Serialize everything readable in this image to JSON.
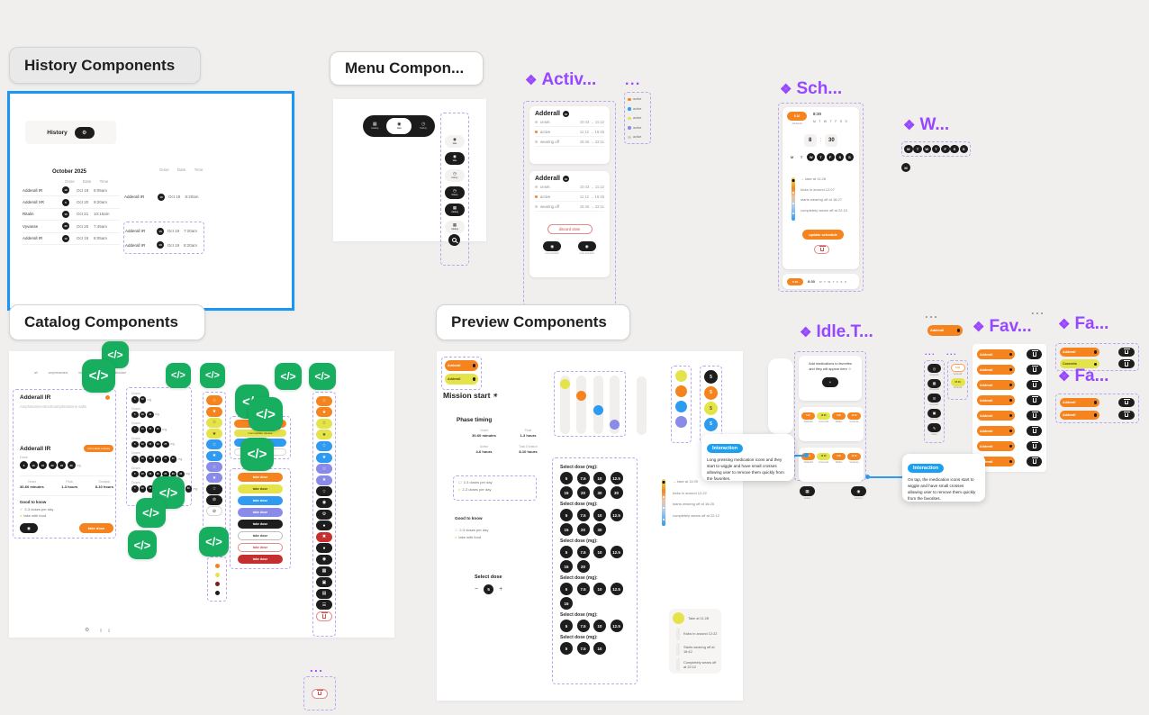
{
  "glyphs": {
    "component": "❖",
    "code": "</>",
    "sun": "☀",
    "gear": "⚙",
    "minus": "−",
    "plus": "+",
    "thumb_up": "⇧",
    "thumb_down": "⇩",
    "colon": ":"
  },
  "labels": {
    "history": "History Components",
    "menu": "Menu Compon...",
    "catalog": "Catalog Components",
    "preview": "Preview Components",
    "activ": "Activ...",
    "sch": "Sch...",
    "w": "W...",
    "idle": "Idle.T...",
    "fav": "Fav...",
    "fa1": "Fa...",
    "fa2": "Fa...",
    "ellipsis": "..."
  },
  "colors": {
    "figma_blue": "#1A96F5",
    "figma_purple": "#9747FF",
    "component_green": "#17AE5F",
    "accent_orange": "#F5841F",
    "accent_yellow": "#E5E34A",
    "accent_blue": "#2E9BF0",
    "accent_purple": "#8A8AE8",
    "danger_red": "#C62F2F"
  },
  "history": {
    "header": "History",
    "month": "October 2025",
    "columns": [
      "Dose",
      "Date",
      "Time"
    ],
    "rows": [
      {
        "med": "Adderall IR",
        "dose": "10",
        "date": "Oct 19",
        "time": "8:05am"
      },
      {
        "med": "Adderall XR",
        "dose": "5",
        "date": "Oct 20",
        "time": "9:20am"
      },
      {
        "med": "Ritalin",
        "dose": "10",
        "date": "Oct 21",
        "time": "10:15am"
      },
      {
        "med": "Vyvanse",
        "dose": "30",
        "date": "Oct 20",
        "time": "7:45am"
      },
      {
        "med": "Adderall IR",
        "dose": "10",
        "date": "Oct 19",
        "time": "8:05am"
      }
    ],
    "single_row": {
      "med": "Adderall IR",
      "dose": "10",
      "date": "Oct 19",
      "time": "8:20am"
    },
    "variant_rows": [
      {
        "med": "Adderall IR",
        "dose": "10",
        "date": "Oct 19",
        "time": "7:20am"
      },
      {
        "med": "Adderall IR",
        "dose": "10",
        "date": "Oct 19",
        "time": "8:20am"
      }
    ]
  },
  "menu": {
    "nav": [
      {
        "label": "catalog",
        "glyph": "▦",
        "state": "off"
      },
      {
        "label": "take",
        "glyph": "◉",
        "state": "on"
      },
      {
        "label": "history",
        "glyph": "◷",
        "state": "off"
      }
    ],
    "variants": [
      {
        "label": "take",
        "glyph": "◉",
        "tone": "light"
      },
      {
        "label": "take",
        "glyph": "◉",
        "tone": "dark"
      },
      {
        "label": "history",
        "glyph": "◷",
        "tone": "light"
      },
      {
        "label": "history",
        "glyph": "◷",
        "tone": "dark"
      },
      {
        "label": "catalog",
        "glyph": "▦",
        "tone": "dark"
      },
      {
        "label": "catalog",
        "glyph": "▦",
        "tone": "light"
      }
    ]
  },
  "activ": {
    "cards": [
      {
        "name": "Adderall",
        "badge": "10",
        "rows": [
          {
            "dot": "gray",
            "label": "onset",
            "time": "10:43 → 11:12"
          },
          {
            "dot": "orange",
            "label": "active",
            "time": "11:12 → 16:45"
          },
          {
            "dot": "gray",
            "label": "wearing off",
            "time": "16:45 → 22:11"
          }
        ]
      },
      {
        "name": "Adderall",
        "badge": "10",
        "rows": [
          {
            "dot": "gray",
            "label": "onset",
            "time": "10:43 → 11:12"
          },
          {
            "dot": "orange",
            "label": "active",
            "time": "11:12 → 16:45"
          },
          {
            "dot": "gray",
            "label": "wearing off",
            "time": "16:45 → 22:11"
          }
        ],
        "discard": "discard dose",
        "buttons": [
          {
            "label": "end activation",
            "glyph": "◉"
          },
          {
            "label": "undo activation",
            "glyph": "◉"
          }
        ]
      }
    ],
    "legend": [
      {
        "color": "orange",
        "label": "active"
      },
      {
        "color": "blue",
        "label": "active"
      },
      {
        "color": "yellow",
        "label": "active"
      },
      {
        "color": "purple",
        "label": "active"
      },
      {
        "color": "gray",
        "label": "active"
      }
    ]
  },
  "sch": {
    "med_pill": "5 10",
    "med_label": "Adderall",
    "time": "8:30",
    "hour": "8",
    "minute": "30",
    "letters": [
      "M",
      "T",
      "W",
      "T",
      "F",
      "S",
      "S"
    ],
    "days": [
      {
        "l": "M",
        "state": "off"
      },
      {
        "l": "T",
        "state": "off"
      },
      {
        "l": "W",
        "state": "on"
      },
      {
        "l": "T",
        "state": "on"
      },
      {
        "l": "F",
        "state": "on"
      },
      {
        "l": "S",
        "state": "on"
      },
      {
        "l": "S",
        "state": "on"
      }
    ],
    "timeline": [
      "→ take at 11:28",
      "kicks in around 12:07",
      "starts wearing off at 16:27",
      "completely wears off at 22:15"
    ],
    "update_btn": "update schedule"
  },
  "w": {
    "letters": [
      "M",
      "T",
      "W",
      "T",
      "F",
      "S",
      "S"
    ],
    "single": "M"
  },
  "catalog": {
    "filters": [
      "all",
      "amphetamine",
      "methylphenidate",
      "stimulant"
    ],
    "card_a": {
      "title": "Adderall IR",
      "subtitle": "Amphetamine/dextroamphetamine salts"
    },
    "card_b": {
      "title": "Adderall IR",
      "release": "immediate release",
      "dose_label": "Dose",
      "doses": [
        "5",
        "10",
        "15",
        "20",
        "25",
        "30"
      ],
      "unit": "mg",
      "stats": [
        {
          "label": "Onset",
          "value": "30-60 minutes"
        },
        {
          "label": "Peak",
          "value": "1-3 hours"
        },
        {
          "label": "Duration",
          "value": "8-10 hours"
        }
      ],
      "good_title": "Good to know",
      "good_items": [
        {
          "icon": "✓",
          "cls": "check",
          "text": "2-3 doses per day"
        },
        {
          "icon": "●",
          "cls": "ydot",
          "text": "take with food"
        }
      ],
      "take_btn": "take dose"
    },
    "doses_label": "Doses",
    "unit": "mg",
    "dose_groups": [
      [
        "5",
        "10"
      ],
      [
        "5",
        "10",
        "15"
      ],
      [
        "5",
        "10",
        "15",
        "20"
      ],
      [
        "5",
        "10",
        "15",
        "20",
        "25"
      ],
      [
        "5",
        "10",
        "15",
        "20",
        "25",
        "30"
      ],
      [
        "5",
        "10",
        "15",
        "20",
        "25",
        "30",
        "35"
      ],
      [
        "5",
        "10",
        "15",
        "20",
        "25",
        "30",
        "35",
        "40"
      ]
    ],
    "star_pills": [
      {
        "g": "☆",
        "color": "orange"
      },
      {
        "g": "★",
        "color": "orange"
      },
      {
        "g": "☆",
        "color": "yellow"
      },
      {
        "g": "★",
        "color": "yellow"
      },
      {
        "g": "☆",
        "color": "blue"
      },
      {
        "g": "★",
        "color": "blue"
      },
      {
        "g": "☆",
        "color": "purple"
      },
      {
        "g": "★",
        "color": "purple"
      },
      {
        "g": "☆",
        "color": "black"
      },
      {
        "g": "⊘",
        "color": "black"
      },
      {
        "g": "⊘",
        "color": "white"
      }
    ],
    "mini_dots": [
      {
        "color": "orange"
      },
      {
        "color": "yellow"
      },
      {
        "color": "darkred"
      },
      {
        "color": "black"
      }
    ],
    "release_pills": [
      {
        "label": "immediate release",
        "color": "orange"
      },
      {
        "label": "intermediate release",
        "color": "yellow"
      },
      {
        "label": "delayed release",
        "color": "blue"
      },
      {
        "label": "extended release",
        "color": "white"
      }
    ],
    "take_pills": [
      {
        "label": "take dose",
        "color": "orange"
      },
      {
        "label": "take dose",
        "color": "yellow"
      },
      {
        "label": "take dose",
        "color": "blue"
      },
      {
        "label": "take dose",
        "color": "purple"
      },
      {
        "label": "take dose",
        "color": "black"
      },
      {
        "label": "take dose",
        "color": "white-outline"
      },
      {
        "label": "take dose",
        "color": "red-outline"
      },
      {
        "label": "take dose",
        "color": "red"
      }
    ],
    "right_pills": [
      {
        "g": "☆",
        "color": "orange"
      },
      {
        "g": "★",
        "color": "orange"
      },
      {
        "g": "☆",
        "color": "yellow"
      },
      {
        "g": "★",
        "color": "yellow"
      },
      {
        "g": "☆",
        "color": "blue"
      },
      {
        "g": "★",
        "color": "blue"
      },
      {
        "g": "☆",
        "color": "purple"
      },
      {
        "g": "★",
        "color": "purple"
      },
      {
        "g": "☆",
        "color": "black"
      },
      {
        "g": "◉",
        "color": "black"
      },
      {
        "g": "⚙",
        "color": "black"
      },
      {
        "g": "●",
        "color": "black"
      },
      {
        "g": "✖",
        "color": "red"
      },
      {
        "g": "●",
        "color": "black"
      },
      {
        "g": "◉",
        "color": "black"
      },
      {
        "g": "▦",
        "color": "black"
      },
      {
        "g": "▣",
        "color": "black"
      },
      {
        "g": "▤",
        "color": "black"
      },
      {
        "g": "☰",
        "color": "black"
      }
    ]
  },
  "preview": {
    "fav_pills": [
      {
        "label": "Adderall",
        "color": "orange"
      },
      {
        "label": "Adderall",
        "color": "yellow"
      }
    ],
    "mission": "Mission start",
    "phase_title": "Phase timing",
    "phase_stats": [
      {
        "label": "Onset",
        "value": "30-60 minutes"
      },
      {
        "label": "Peak",
        "value": "1-3 hours"
      },
      {
        "label": "Active",
        "value": "4-6 hours"
      },
      {
        "label": "Total Duration",
        "value": "8-10 hours"
      }
    ],
    "dose_info": [
      {
        "icon": "☐",
        "cls": "box",
        "text": "2-3 doses per day"
      },
      {
        "icon": "●",
        "cls": "ydot",
        "text": "2-3 doses per day"
      }
    ],
    "good_title": "Good to know",
    "good_items": [
      {
        "icon": "✓",
        "cls": "check",
        "text": "2-3 doses per day"
      },
      {
        "icon": "●",
        "cls": "ydot",
        "text": "take with food"
      }
    ],
    "sliders": [
      {
        "color": "yellow",
        "pos": "p1"
      },
      {
        "color": "orange",
        "pos": "p2"
      },
      {
        "color": "blue",
        "pos": "p3"
      },
      {
        "color": "purple",
        "pos": "p4"
      }
    ],
    "color_circles": [
      {
        "color": "yellow"
      },
      {
        "color": "orange"
      },
      {
        "color": "blue"
      },
      {
        "color": "purple"
      }
    ],
    "num_circles": [
      {
        "value": "5",
        "color": "black"
      },
      {
        "value": "5",
        "color": "orange"
      },
      {
        "value": "5",
        "color": "yellow"
      },
      {
        "value": "5",
        "color": "blue"
      }
    ],
    "select_label": "Select dose (mg):",
    "dose_groups": [
      {
        "rows": [
          [
            "5",
            "7.5",
            "10",
            "12.5"
          ],
          [
            "15",
            "20",
            "30",
            "30"
          ]
        ]
      },
      {
        "rows": [
          [
            "5",
            "7.5",
            "10",
            "12.5"
          ],
          [
            "15",
            "20",
            "30"
          ]
        ]
      },
      {
        "rows": [
          [
            "5",
            "7.5",
            "10",
            "12.5"
          ],
          [
            "15",
            "20"
          ]
        ]
      },
      {
        "rows": [
          [
            "5",
            "7.5",
            "10",
            "12.5"
          ],
          [
            "15"
          ]
        ]
      },
      {
        "rows": [
          [
            "5",
            "7.5",
            "10",
            "12.5"
          ]
        ]
      },
      {
        "rows": [
          [
            "5",
            "7.5",
            "10"
          ]
        ]
      }
    ],
    "stepper": {
      "label": "Select dose",
      "value": "5"
    },
    "gradient_texts": [
      "→ take at 11:09",
      "kicks in around 12:22",
      "starts wearing off at 16:25",
      "completely wears off at 22:12"
    ],
    "timeline_card": [
      {
        "lead": "cy",
        "text": "Take at 11:28"
      },
      {
        "lead": "tr",
        "text": "Kicks in around 12:22"
      },
      {
        "lead": "tr",
        "text": "Starts wearing off at 16:42"
      },
      {
        "lead": "tr",
        "text": "Completely wears off at 22:12"
      }
    ],
    "interaction": {
      "badge": "Interaction",
      "text": "Long pressing medication icons and they start to wiggle and have small crosses allowing user to remove them quickly from the favorites."
    }
  },
  "idle": {
    "empty_line1": "Add medications to favorites",
    "empty_line2": "and they will appear here ☺",
    "meds": [
      {
        "pill": "5 10",
        "label": "Adderall",
        "color": "orange"
      },
      {
        "pill": "18 36",
        "label": "Concerta",
        "color": "yellow"
      },
      {
        "pill": "5 20",
        "label": "Ritalin",
        "color": "orange"
      },
      {
        "pill": "10 20",
        "label": "Vyvanse",
        "color": "orange"
      }
    ],
    "buttons": [
      {
        "label": "delete",
        "glyph": "▦"
      },
      {
        "label": "remove",
        "glyph": "◉"
      }
    ]
  },
  "fav": {
    "top_pill": "Adderall",
    "icon_pills": [
      {
        "glyph": "◷",
        "label": "schedule"
      },
      {
        "glyph": "▦",
        "label": "schedules"
      },
      {
        "glyph": "☰",
        "label": "reminder"
      },
      {
        "glyph": "▣",
        "label": "calendar"
      },
      {
        "glyph": "✎",
        "label": "notes"
      }
    ],
    "outline_pills": [
      {
        "pill": "5 10",
        "label": "Adderall",
        "color": "orange-outline"
      },
      {
        "pill": "15 10",
        "label": "Adderall",
        "color": "yellow"
      }
    ],
    "rows": [
      {
        "med": "Adderall"
      },
      {
        "med": "Adderall"
      },
      {
        "med": "Adderall"
      },
      {
        "med": "Adderall"
      },
      {
        "med": "Adderall"
      },
      {
        "med": "Adderall"
      },
      {
        "med": "Adderall"
      },
      {
        "med": "Adderall"
      }
    ],
    "interaction": {
      "badge": "Interaction",
      "text": "On tap, the medication icons start to wiggle and have small crosses allowing user to remove them quickly from the favorites."
    }
  },
  "fa1": {
    "rows": [
      {
        "med": "Adderall",
        "color": "orange"
      },
      {
        "med": "Concerta",
        "color": "yellow"
      }
    ]
  },
  "fa2": {
    "rows": [
      {
        "med": "Adderall",
        "color": "orange"
      },
      {
        "med": "Adderall",
        "color": "orange"
      }
    ]
  }
}
